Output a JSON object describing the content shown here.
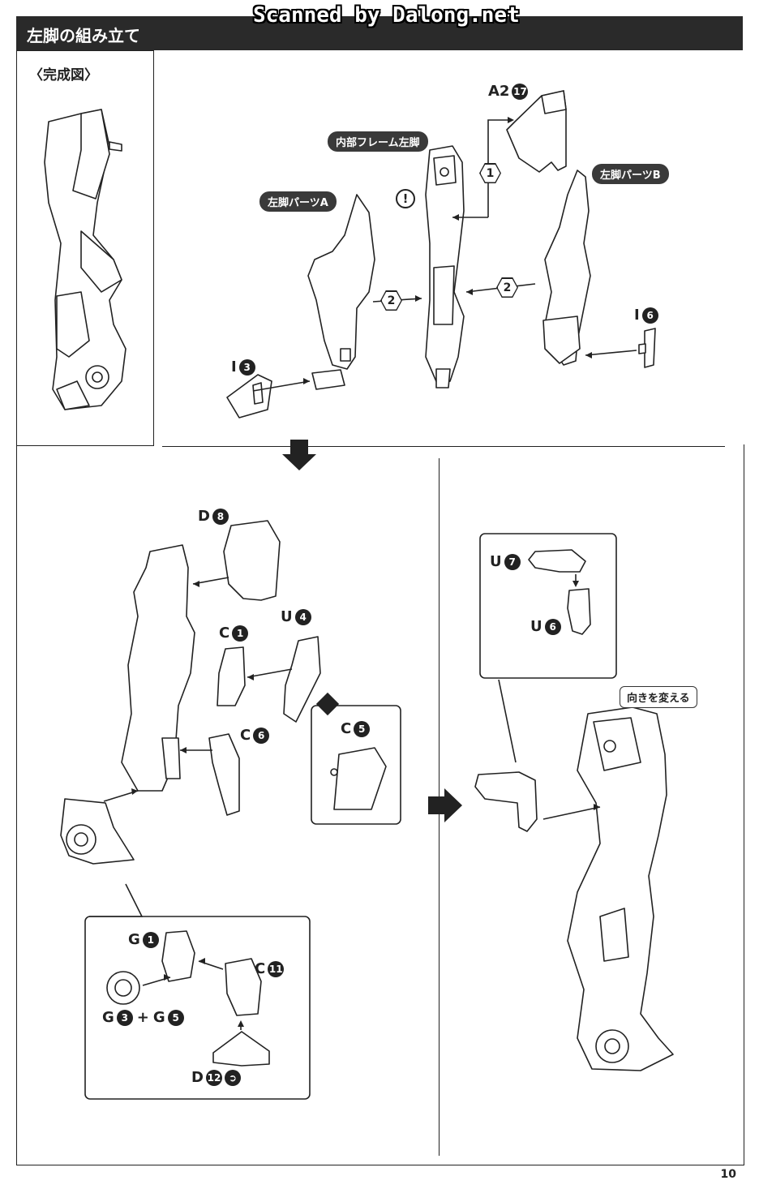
{
  "watermark": "Scanned by Dalong.net",
  "header": {
    "title": "左脚の組み立て"
  },
  "completed": {
    "label": "〈完成図〉"
  },
  "labels": {
    "inner_frame": "内部フレーム左脚",
    "leg_part_a": "左脚パーツA",
    "leg_part_b": "左脚パーツB",
    "change_direction": "向きを変える",
    "plus": "+"
  },
  "steps": {
    "one": "1",
    "two": "2",
    "two_b": "2"
  },
  "parts": {
    "a2_17": {
      "letter": "A2",
      "num": "17"
    },
    "i3": {
      "letter": "I",
      "num": "3"
    },
    "i6": {
      "letter": "I",
      "num": "6"
    },
    "d8": {
      "letter": "D",
      "num": "8"
    },
    "c1": {
      "letter": "C",
      "num": "1"
    },
    "u4": {
      "letter": "U",
      "num": "4"
    },
    "c6": {
      "letter": "C",
      "num": "6"
    },
    "c5": {
      "letter": "C",
      "num": "5"
    },
    "g1": {
      "letter": "G",
      "num": "1"
    },
    "c11": {
      "letter": "C",
      "num": "11"
    },
    "g3": {
      "letter": "G",
      "num": "3"
    },
    "g5": {
      "letter": "G",
      "num": "5"
    },
    "d12": {
      "letter": "D",
      "num": "12"
    },
    "u7": {
      "letter": "U",
      "num": "7"
    },
    "u6": {
      "letter": "U",
      "num": "6"
    }
  },
  "attention_mark": "!",
  "page_number": "10"
}
